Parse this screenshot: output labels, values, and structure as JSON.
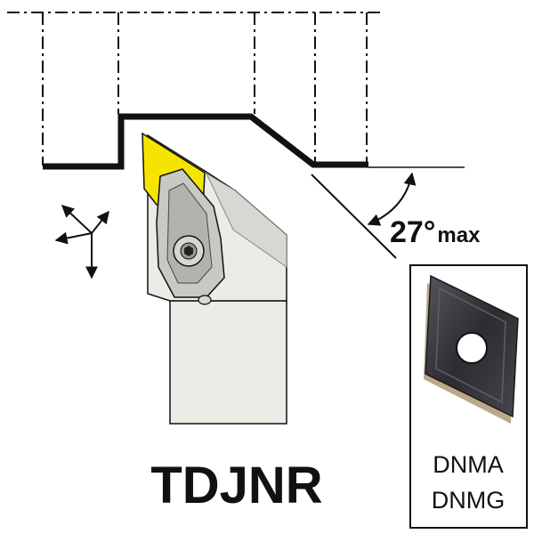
{
  "labels": {
    "angle": "27°",
    "angle_suffix": "max",
    "model": "TDJNR",
    "insert_code_1": "DNMA",
    "insert_code_2": "DNMG"
  },
  "colors": {
    "line": "#111111",
    "insert_yellow": "#f5e400",
    "holder_fill": "#ecebe6",
    "holder_shade": "#d8d7d1",
    "clamp_fill": "#c9c9c4",
    "insert_dark": "#3a3a40",
    "insert_edge": "#b9a98a"
  },
  "icons": {
    "feed_direction": "feed-direction-arrows-icon",
    "insert": "diamond-insert-icon"
  }
}
